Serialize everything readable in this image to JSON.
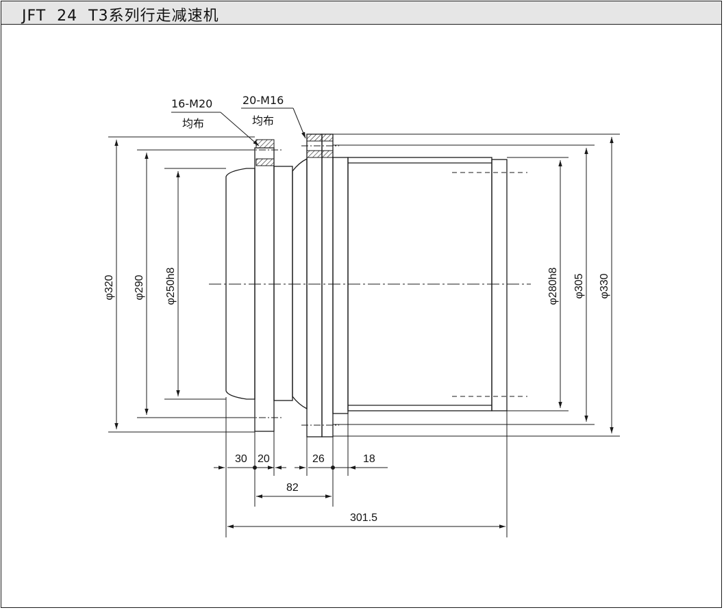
{
  "title": "JFT  24  T3系列行走减速机",
  "callouts": [
    {
      "thread": "16-M20",
      "note": "均布"
    },
    {
      "thread": "20-M16",
      "note": "均布"
    }
  ],
  "left_diameters": [
    "φ320",
    "φ290",
    "φ250h8"
  ],
  "right_diameters": [
    "φ280h8",
    "φ305",
    "φ330"
  ],
  "axial_dims": {
    "d30": "30",
    "d20": "20",
    "d26": "26",
    "d18": "18",
    "d82": "82",
    "d301": "301.5"
  },
  "colors": {
    "line": "#1a1a1a",
    "title_bg": "#e6e6e6",
    "hatch": "#1a1a1a"
  }
}
